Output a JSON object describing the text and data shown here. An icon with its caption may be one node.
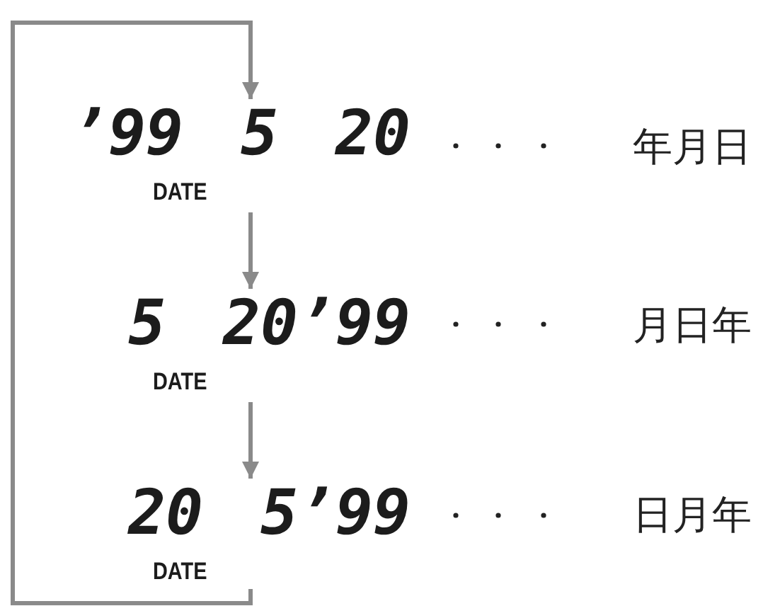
{
  "diagram": {
    "nodes": [
      {
        "text": [
          "’99 5 20",
          "DATE"
        ],
        "beside": [
          "年月日"
        ]
      },
      {
        "text": [
          "5 20’99",
          "DATE"
        ],
        "beside": [
          "月日年"
        ]
      },
      {
        "text": [
          "20 5’99",
          "DATE"
        ],
        "beside": [
          "日月年"
        ]
      }
    ],
    "edges": [
      {
        "from": 0,
        "to": 1,
        "arrow": "to"
      },
      {
        "from": 1,
        "to": 2,
        "arrow": "to"
      },
      {
        "from": 2,
        "to": 0,
        "arrow": "to"
      }
    ]
  }
}
